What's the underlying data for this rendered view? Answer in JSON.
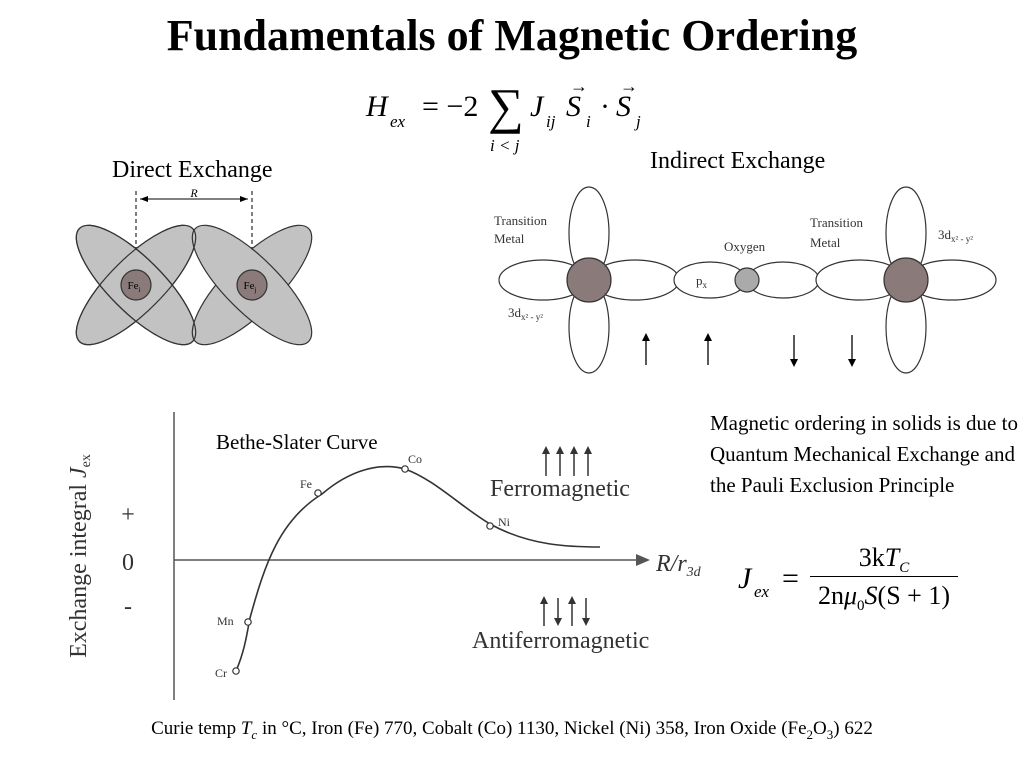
{
  "title": "Fundamentals of Magnetic Ordering",
  "hamiltonian": {
    "H": "H",
    "ex": "ex",
    "eq": "= −2",
    "sum": "∑",
    "sum_index": "i < j",
    "J": "J",
    "ij": "ij",
    "S": "S",
    "i": "i",
    "dot": "·",
    "j": "j",
    "arrow": "→"
  },
  "direct_exchange": {
    "label": "Direct Exchange",
    "distance_label": "R",
    "atom_left": {
      "text": "Fe",
      "sub": "i"
    },
    "atom_right": {
      "text": "Fe",
      "sub": "j"
    }
  },
  "indirect_exchange": {
    "label": "Indirect Exchange",
    "transition_metal_left": [
      "Transition",
      "Metal"
    ],
    "transition_metal_right": [
      "Transition",
      "Metal"
    ],
    "oxygen": "Oxygen",
    "px": {
      "text": "p",
      "sub": "x"
    },
    "orbital_left": {
      "text": "3d",
      "sub": "x² - y²"
    },
    "orbital_right": {
      "text": "3d",
      "sub": "x² - y²"
    },
    "spins": [
      "up",
      "up",
      "down",
      "down"
    ]
  },
  "bethe_slater": {
    "title": "Bethe-Slater Curve",
    "ylabel": "Exchange integral",
    "ylabel_symbol": {
      "text": "J",
      "sub": "ex"
    },
    "xlabel": {
      "text": "R/r",
      "sub": "3d"
    },
    "y_ticks": [
      "+",
      "0",
      "-"
    ],
    "ferro_label": "Ferromagnetic",
    "antiferro_label": "Antiferromagnetic",
    "ferro_spins": [
      "up",
      "up",
      "up",
      "up"
    ],
    "antiferro_spins": [
      "up",
      "down",
      "up",
      "down"
    ],
    "elements": [
      "Cr",
      "Mn",
      "Fe",
      "Co",
      "Ni"
    ]
  },
  "description": "Magnetic ordering in solids is due to Quantum Mechanical Exchange and the Pauli Exclusion Principle",
  "jex_formula": {
    "J": "J",
    "ex": "ex",
    "eq": "=",
    "num_prefix": "3k",
    "num_T": "T",
    "num_C": "C",
    "den_prefix": "2n",
    "mu": "μ",
    "zero": "0",
    "den_S": "S",
    "den_paren": "(S + 1)"
  },
  "footer": {
    "p1": "Curie temp ",
    "Tc": "T",
    "c": "c",
    "p2": " in °C, Iron (Fe) 770, Cobalt (Co) 1130, Nickel (Ni) 358, Iron Oxide (Fe",
    "s2": "2",
    "p3": "O",
    "s3": "3",
    "p4": ") 622"
  }
}
